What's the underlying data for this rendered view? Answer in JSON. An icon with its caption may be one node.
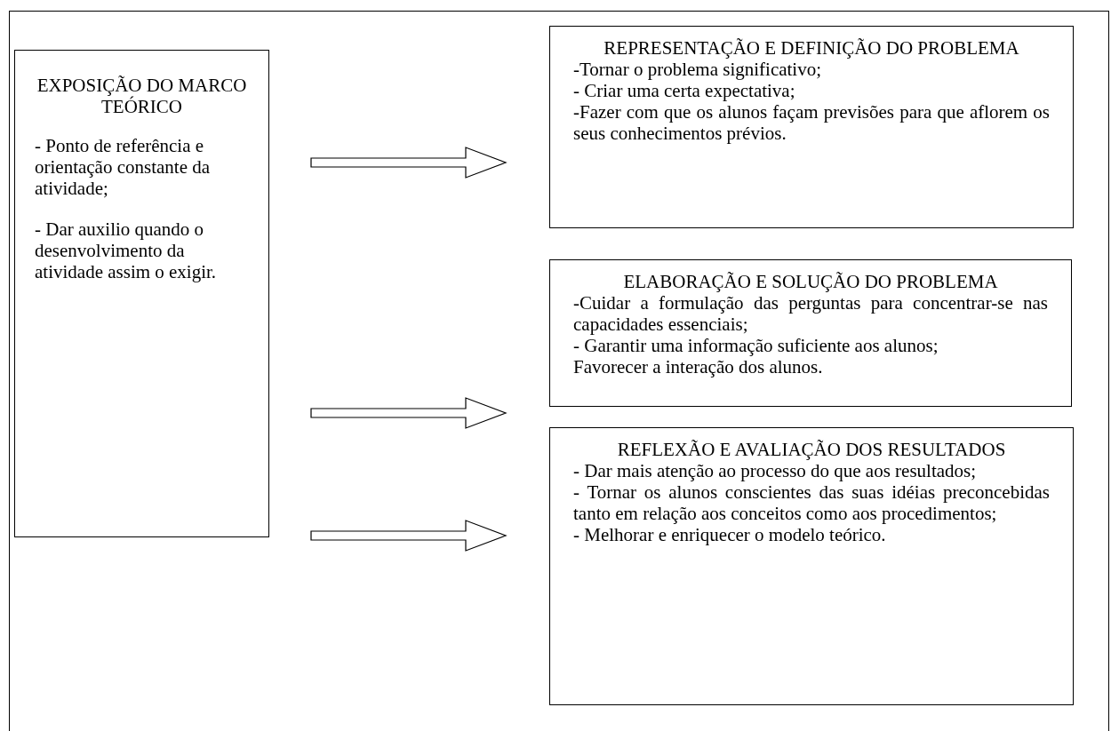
{
  "diagram": {
    "nodes": [
      {
        "text": [],
        "shape": "box"
      },
      {
        "text": [
          "EXPOSIÇÃO DO MARCO TEÓRICO",
          "- Ponto de referência e orientação constante da atividade;",
          "- Dar auxilio quando o desenvolvimento da atividade assim o exigir."
        ],
        "in": 0
      },
      {
        "text": [
          "REPRESENTAÇÃO E DEFINIÇÃO DO PROBLEMA",
          "-Tornar o problema significativo;",
          "- Criar uma certa expectativa;",
          "-Fazer com que os alunos façam previsões para que aflorem os seus conhecimentos prévios."
        ],
        "in": 0
      },
      {
        "text": [
          "ELABORAÇÃO E SOLUÇÃO DO PROBLEMA",
          "-Cuidar a formulação das perguntas para concentrar-se nas capacidades essenciais;",
          "- Garantir uma informação suficiente aos alunos;",
          "Favorecer a interação dos alunos."
        ],
        "in": 0
      },
      {
        "text": [
          "REFLEXÃO E AVALIAÇÃO DOS RESULTADOS",
          "- Dar mais atenção ao processo do que aos resultados;",
          "- Tornar os alunos conscientes das suas idéias preconcebidas tanto em relação aos conceitos como aos procedimentos;",
          "- Melhorar e enriquecer o modelo teórico."
        ],
        "in": 0
      }
    ],
    "edges": [
      {
        "from": 1,
        "to": 2,
        "arrow": "to"
      },
      {
        "from": 1,
        "to": 3,
        "arrow": "to"
      },
      {
        "from": 1,
        "to": 4,
        "arrow": "to"
      }
    ]
  }
}
